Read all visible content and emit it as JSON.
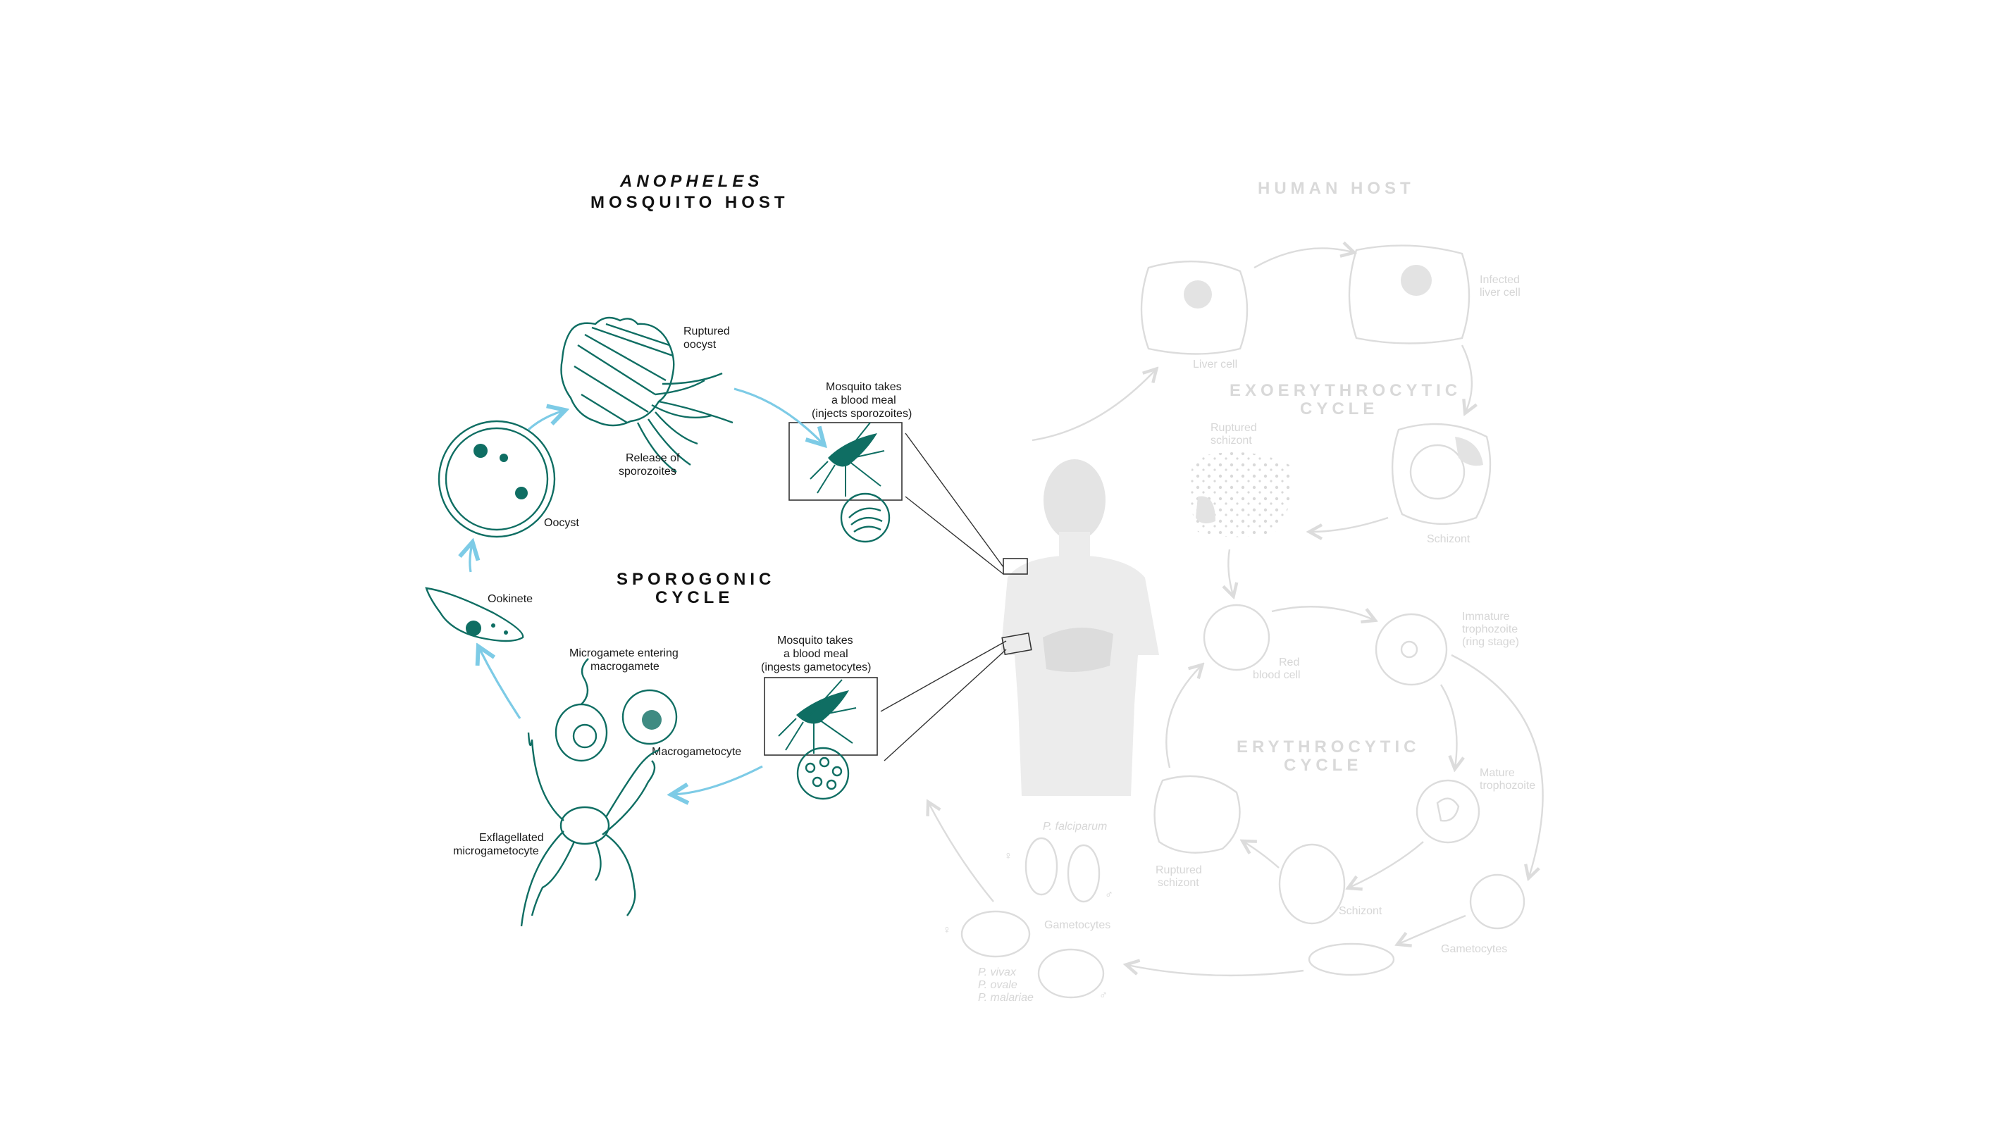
{
  "colors": {
    "teal": "#0f6e63",
    "arrow_blue": "#7dcbe6",
    "faded_grey": "#dcdcdc",
    "silhouette": "#ececec",
    "text": "#1a1a1a"
  },
  "mosquito_host": {
    "title_line1": "ANOPHELES",
    "title_line2": "MOSQUITO HOST",
    "cycle_line1": "SPOROGONIC",
    "cycle_line2": "CYCLE",
    "labels": {
      "ruptured_oocyst_1": "Ruptured",
      "ruptured_oocyst_2": "oocyst",
      "release_1": "Release of",
      "release_2": "sporozoites",
      "oocyst": "Oocyst",
      "ookinete": "Ookinete",
      "microgamete_1": "Microgamete entering",
      "microgamete_2": "macrogamete",
      "macrogametocyte": "Macrogametocyte",
      "exflag_1": "Exflagellated",
      "exflag_2": "microgametocyte",
      "meal1_1": "Mosquito takes",
      "meal1_2": "a blood meal",
      "meal1_3": "(injects sporozoites)",
      "meal2_1": "Mosquito takes",
      "meal2_2": "a blood meal",
      "meal2_3": "(ingests gametocytes)"
    }
  },
  "human_host": {
    "title": "HUMAN HOST",
    "exo_line1": "EXOERYTHROCYTIC",
    "exo_line2": "CYCLE",
    "ery_line1": "ERYTHROCYTIC",
    "ery_line2": "CYCLE",
    "labels": {
      "liver_cell": "Liver cell",
      "infected_1": "Infected",
      "infected_2": "liver cell",
      "ruptured_schizont_a1": "Ruptured",
      "ruptured_schizont_a2": "schizont",
      "schizont_a": "Schizont",
      "rbc_1": "Red",
      "rbc_2": "blood cell",
      "immature_1": "Immature",
      "immature_2": "trophozoite",
      "immature_3": "(ring stage)",
      "mature_1": "Mature",
      "mature_2": "trophozoite",
      "schizont_b": "Schizont",
      "ruptured_schizont_b1": "Ruptured",
      "ruptured_schizont_b2": "schizont",
      "gametocytes_a": "Gametocytes",
      "gametocytes_b": "Gametocytes",
      "p_falciparum": "P. falciparum",
      "p_vivax": "P. vivax",
      "p_ovale": "P. ovale",
      "p_malariae": "P. malariae",
      "female_symbol": "♀",
      "male_symbol": "♂"
    }
  }
}
